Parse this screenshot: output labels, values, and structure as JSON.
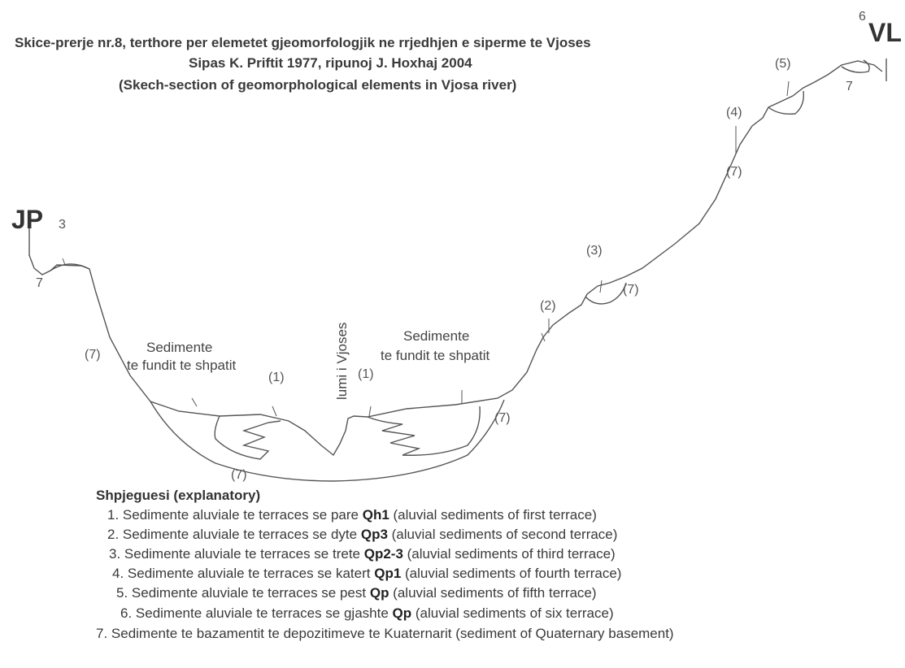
{
  "title": {
    "line1": "Skice-prerje nr.8, terthore per elemetet gjeomorfologjik ne rrjedhjen e siperme te Vjoses",
    "line2": "Sipas K. Priftit 1977, ripunoj J. Hoxhaj 2004",
    "line3": "(Skech-section of geomorphological elements in Vjosa river)"
  },
  "labels": {
    "left_end": "JP",
    "right_end": "VL",
    "sediment_left_1": "Sedimente",
    "sediment_left_2": "te fundit te shpatit",
    "sediment_right_1": "Sedimente",
    "sediment_right_2": "te fundit te shpatit",
    "river": "lumi i Vjoses"
  },
  "markers": {
    "n3_left": "3",
    "n7_left_top": "7",
    "n7_left_slope": "(7)",
    "n1_left": "(1)",
    "n1_right": "(1)",
    "n7_bottom": "(7)",
    "n7_right_bottom": "(7)",
    "n2": "(2)",
    "n3_right": "(3)",
    "n7_mid": "(7)",
    "n7_upper": "(7)",
    "n4": "(4)",
    "n5": "(5)",
    "n6": "6",
    "n7_top": "7"
  },
  "legend": {
    "heading": "Shpjeguesi (explanatory)",
    "items": [
      {
        "prefix": "1. Sedimente aluviale te terraces se pare ",
        "code": "Qh1",
        "suffix": " (aluvial sediments of first terrace)"
      },
      {
        "prefix": "2. Sedimente aluviale te terraces se dyte ",
        "code": "Qp3",
        "suffix": " (aluvial sediments of second terrace)"
      },
      {
        "prefix": "3. Sedimente aluviale te terraces se trete ",
        "code": "Qp2-3",
        "suffix": " (aluvial sediments of third terrace)"
      },
      {
        "prefix": "4. Sedimente aluviale te terraces se katert ",
        "code": "Qp1",
        "suffix": " (aluvial sediments of fourth terrace)"
      },
      {
        "prefix": "5. Sedimente aluviale te terraces se pest ",
        "code": "Qp",
        "suffix": " (aluvial sediments of fifth terrace)"
      },
      {
        "prefix": "6. Sedimente aluviale te terraces se gjashte ",
        "code": "Qp",
        "suffix": " (aluvial sediments of six terrace)"
      },
      {
        "prefix": "7. Sedimente te bazamentit te depozitimeve te Kuaternarit ",
        "code": "",
        "suffix": "(sediment of Quaternary basement)"
      }
    ]
  },
  "colors": {
    "line": "#555555",
    "text": "#3a3a3a"
  }
}
